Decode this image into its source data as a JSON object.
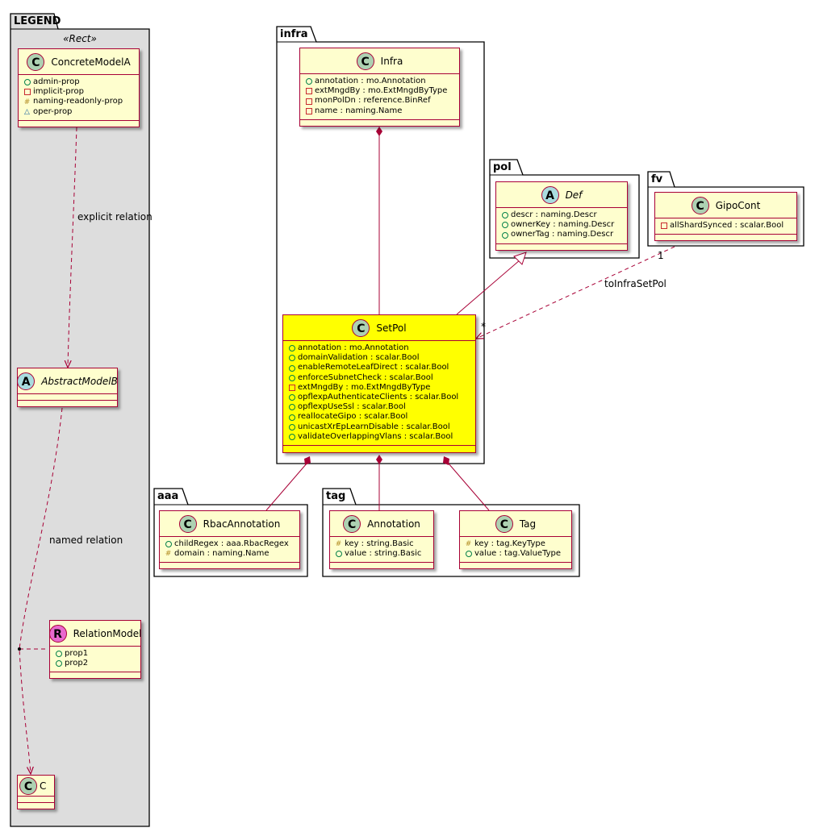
{
  "packages": {
    "legend": "LEGEND",
    "infra": "infra",
    "pol": "pol",
    "fv": "fv",
    "aaa": "aaa",
    "tag": "tag"
  },
  "legend_stereotype": "«Rect»",
  "classes": {
    "concrete_model_a": {
      "badge": "C",
      "name": "ConcreteModelA",
      "attrs": [
        {
          "vis": "public",
          "text": "admin-prop"
        },
        {
          "vis": "private",
          "text": "implicit-prop"
        },
        {
          "vis": "protected",
          "text": "naming-readonly-prop"
        },
        {
          "vis": "package",
          "text": "oper-prop"
        }
      ]
    },
    "abstract_model_b": {
      "badge": "A",
      "name": "AbstractModelB"
    },
    "relation_model": {
      "badge": "R",
      "name": "RelationModel",
      "attrs": [
        {
          "vis": "public",
          "text": "prop1"
        },
        {
          "vis": "public",
          "text": "prop2"
        }
      ]
    },
    "c": {
      "badge": "C",
      "name": "C"
    },
    "infra": {
      "badge": "C",
      "name": "Infra",
      "attrs": [
        {
          "vis": "public",
          "text": "annotation : mo.Annotation"
        },
        {
          "vis": "private",
          "text": "extMngdBy : mo.ExtMngdByType"
        },
        {
          "vis": "private",
          "text": "monPolDn : reference.BinRef"
        },
        {
          "vis": "private",
          "text": "name : naming.Name"
        }
      ]
    },
    "def": {
      "badge": "A",
      "name": "Def",
      "attrs": [
        {
          "vis": "public",
          "text": "descr : naming.Descr"
        },
        {
          "vis": "public",
          "text": "ownerKey : naming.Descr"
        },
        {
          "vis": "public",
          "text": "ownerTag : naming.Descr"
        }
      ]
    },
    "gipo_cont": {
      "badge": "C",
      "name": "GipoCont",
      "attrs": [
        {
          "vis": "private",
          "text": "allShardSynced : scalar.Bool"
        }
      ]
    },
    "set_pol": {
      "badge": "C",
      "name": "SetPol",
      "attrs": [
        {
          "vis": "public",
          "text": "annotation : mo.Annotation"
        },
        {
          "vis": "public",
          "text": "domainValidation : scalar.Bool"
        },
        {
          "vis": "public",
          "text": "enableRemoteLeafDirect : scalar.Bool"
        },
        {
          "vis": "public",
          "text": "enforceSubnetCheck : scalar.Bool"
        },
        {
          "vis": "private",
          "text": "extMngdBy : mo.ExtMngdByType"
        },
        {
          "vis": "public",
          "text": "opflexpAuthenticateClients : scalar.Bool"
        },
        {
          "vis": "public",
          "text": "opflexpUseSsl : scalar.Bool"
        },
        {
          "vis": "public",
          "text": "reallocateGipo : scalar.Bool"
        },
        {
          "vis": "public",
          "text": "unicastXrEpLearnDisable : scalar.Bool"
        },
        {
          "vis": "public",
          "text": "validateOverlappingVlans : scalar.Bool"
        }
      ]
    },
    "rbac_annotation": {
      "badge": "C",
      "name": "RbacAnnotation",
      "attrs": [
        {
          "vis": "public",
          "text": "childRegex : aaa.RbacRegex"
        },
        {
          "vis": "protected",
          "text": "domain : naming.Name"
        }
      ]
    },
    "annotation": {
      "badge": "C",
      "name": "Annotation",
      "attrs": [
        {
          "vis": "protected",
          "text": "key : string.Basic"
        },
        {
          "vis": "public",
          "text": "value : string.Basic"
        }
      ]
    },
    "tag": {
      "badge": "C",
      "name": "Tag",
      "attrs": [
        {
          "vis": "protected",
          "text": "key : tag.KeyType"
        },
        {
          "vis": "public",
          "text": "value : tag.ValueType"
        }
      ]
    }
  },
  "edge_labels": {
    "explicit": "explicit relation",
    "named": "named relation",
    "to_infra_set_pol": "toInfraSetPol",
    "multiplicity_one": "1",
    "multiplicity_many": "*"
  },
  "colors": {
    "class_fill": "#fefece",
    "highlight_fill": "#ffff00",
    "border": "#a80036",
    "legend_fill": "#dddddd",
    "badge_c": "#add1b2",
    "badge_a": "#a9dcdf",
    "badge_r": "#e869ce"
  }
}
